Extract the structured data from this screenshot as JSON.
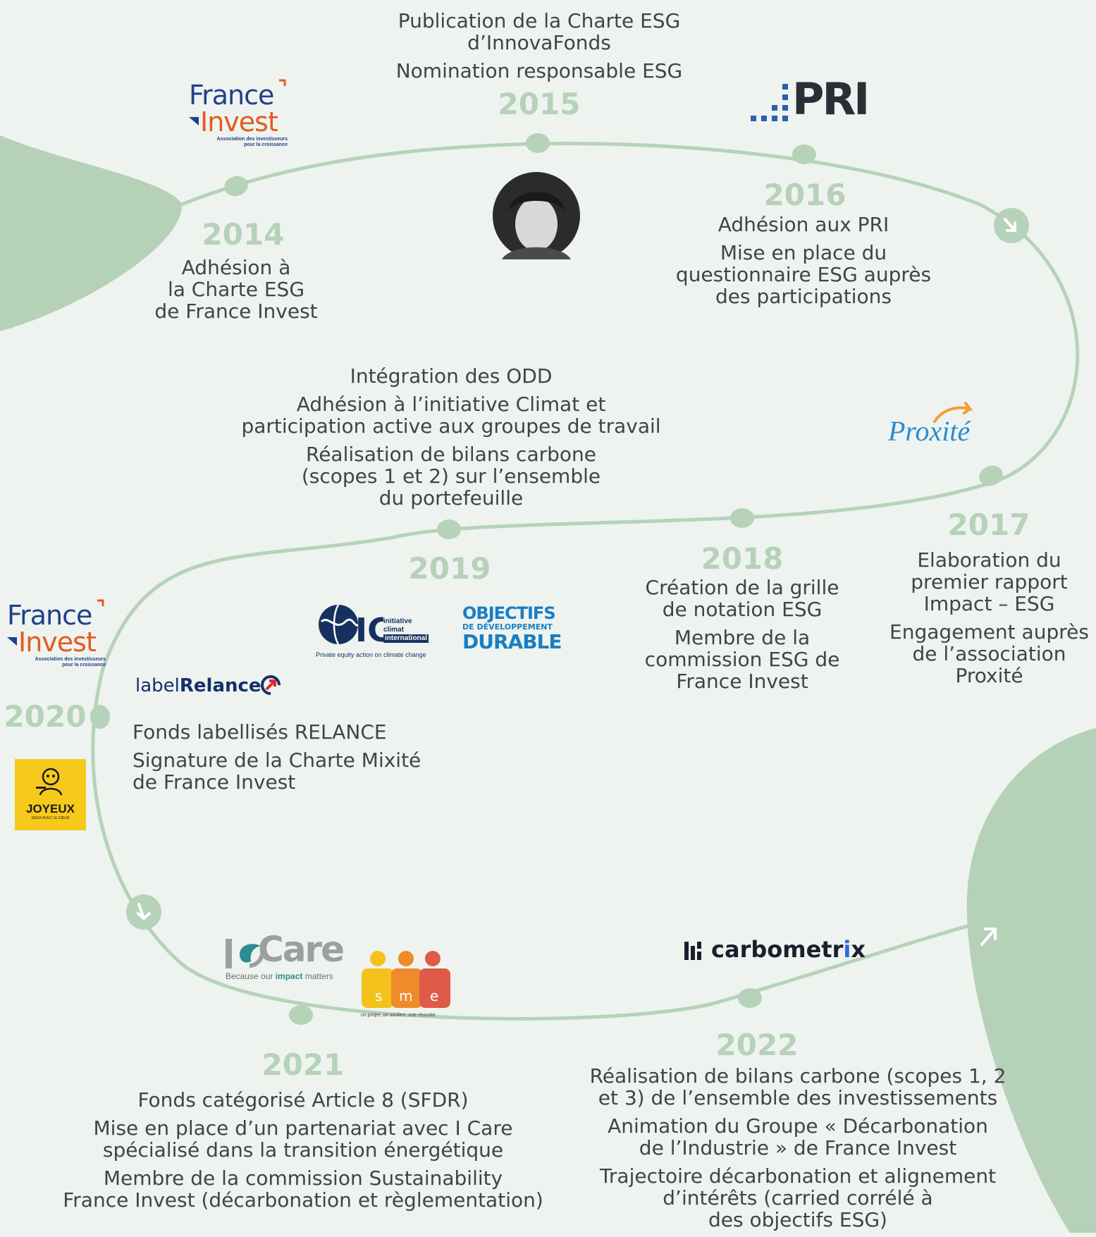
{
  "years": {
    "y2014": "2014",
    "y2015": "2015",
    "y2016": "2016",
    "y2017": "2017",
    "y2018": "2018",
    "y2019": "2019",
    "y2020": "2020",
    "y2021": "2021",
    "y2022": "2022"
  },
  "events": {
    "e2014": [
      "Adhésion à\nla Charte ESG\nde France Invest"
    ],
    "e2015": [
      "Publication de la Charte ESG\nd’InnovaFonds",
      "Nomination responsable ESG"
    ],
    "e2016": [
      "Adhésion aux PRI",
      "Mise en place du\nquestionnaire ESG auprès\ndes participations"
    ],
    "e2017": [
      "Elaboration du\npremier rapport\nImpact – ESG",
      "Engagement auprès\nde l’association\nProxité"
    ],
    "e2018": [
      "Création de la grille\nde notation ESG",
      "Membre de la\ncommission ESG de\nFrance Invest"
    ],
    "e2019": [
      "Intégration des ODD",
      "Adhésion à l’initiative Climat et\nparticipation active aux groupes de travail",
      "Réalisation de bilans carbone\n(scopes 1 et 2) sur l’ensemble\ndu portefeuille"
    ],
    "e2020": [
      "Fonds labellisés RELANCE",
      "Signature de la Charte Mixité\nde France Invest"
    ],
    "e2021": [
      "Fonds catégorisé Article 8 (SFDR)",
      "Mise en place d’un partenariat avec I Care\nspécialisé dans la transition énergétique",
      "Membre de la commission Sustainability\nFrance Invest (décarbonation et règlementation)"
    ],
    "e2022": [
      "Réalisation de bilans carbone (scopes 1, 2\net 3) de l’ensemble des investissements",
      "Animation du Groupe « Décarbonation\nde l’Industrie » de France Invest",
      "Trajectoire décarbonation et alignement\nd’intérêts (carried corrélé à\ndes objectifs ESG)"
    ]
  },
  "logos": {
    "france_invest": {
      "line1": "France",
      "line2": "Invest",
      "sub": "Association des investisseurs\npour la croissance"
    },
    "pri": "PRI",
    "proxite": "Proxité",
    "ici": {
      "name1": "initiative",
      "name2": "climat",
      "name3": "international",
      "tagline": "Private equity action on climate change"
    },
    "odd": {
      "line1": "OBJECTIFS",
      "line2": "DE DÉVELOPPEMENT",
      "line3": "DURABLE"
    },
    "label_relance": {
      "part1": "label",
      "part2": "Relance"
    },
    "joyeux": {
      "name": "JOYEUX",
      "tagline": "SERVI AVEC LE CŒUR"
    },
    "icare": {
      "name": "Care",
      "tag_prefix": "Because our ",
      "tag_bold": "impact",
      "tag_suffix": " matters"
    },
    "sme": {
      "letters": [
        "s",
        "m",
        "e"
      ],
      "tagline": "un projet, un soutien, une réussite"
    },
    "carbometrix": {
      "part1": "ca",
      "part2": "rbometr",
      "part3": "i",
      "part4": "x"
    }
  },
  "colors": {
    "background": "#eef3ef",
    "path": "#b6d2b9",
    "blob": "#b5d1b8",
    "year": "#b6d2b9",
    "text": "#3f4447",
    "france_blue": "#1f3f8a",
    "france_orange": "#e35a1e",
    "pri_blue": "#2b5fac",
    "pri_dark": "#2a2f36",
    "proxite_blue": "#2a8bd0",
    "proxite_orange": "#f0a030",
    "odd_blue": "#1a7ec4",
    "relance_blue": "#14306a",
    "relance_red": "#e4262c",
    "joyeux_yellow": "#f6c91a",
    "icare_grey": "#9c9fa2",
    "icare_teal": "#2d8c8f",
    "sme_yellow": "#f4c21b",
    "sme_orange": "#f08a2a",
    "sme_red": "#e05a4a",
    "carbometrix_blue": "#2e6bd8"
  }
}
